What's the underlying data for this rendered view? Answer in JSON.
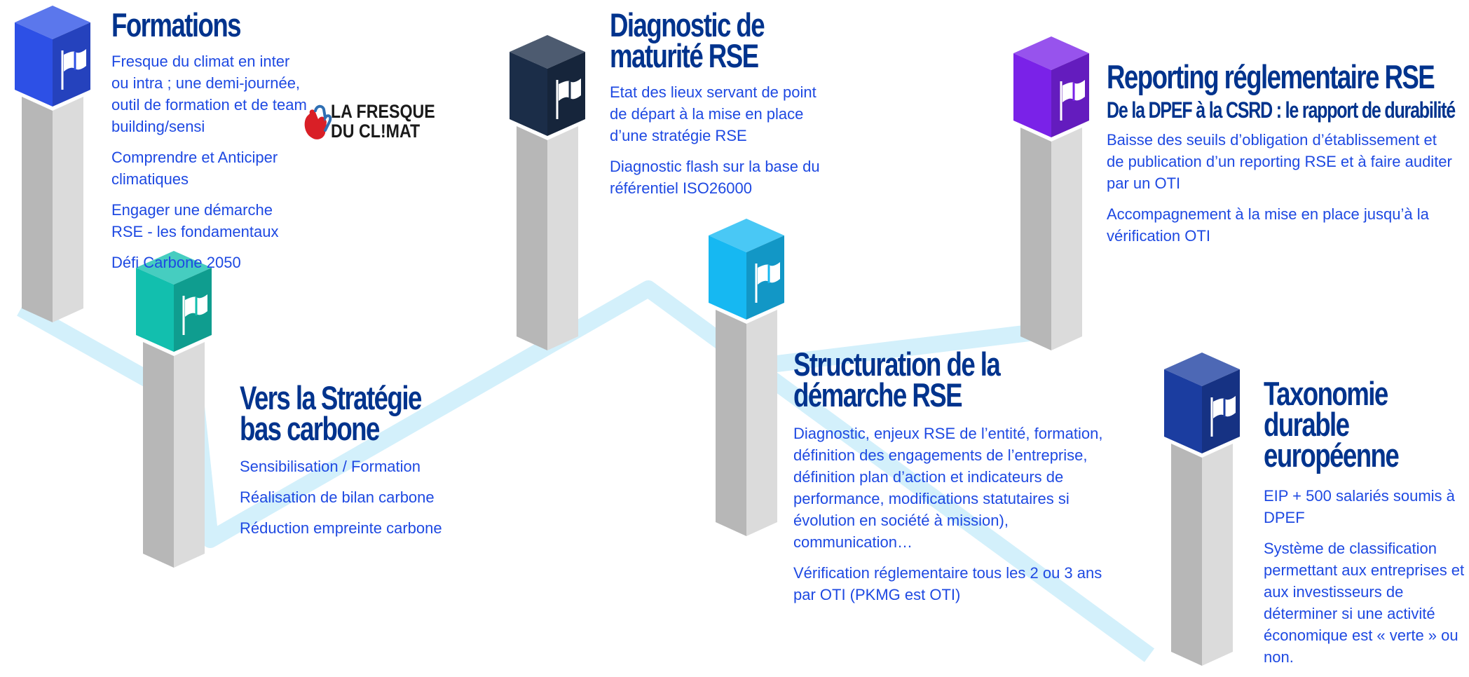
{
  "colors": {
    "title": "#00338d",
    "body_text": "#1e49e2",
    "path": "#d3f0fb",
    "cube_formations": "#2d50e6",
    "cube_strategie": "#12bfae",
    "cube_diagnostic": "#1b2d48",
    "cube_structuration": "#16b8f2",
    "cube_reporting": "#7a22e8",
    "cube_taxonomie": "#1b3da0",
    "pillar": "#c7c7c7"
  },
  "steps": {
    "formations": {
      "title": "Formations",
      "items": [
        "Fresque du climat en inter ou intra ; une demi-journée, outil de formation et de team building/sensi",
        "Comprendre et Anticiper climatiques",
        "Engager une démarche RSE - les fondamentaux",
        "Défi Carbone 2050"
      ]
    },
    "strategie": {
      "title_line1": "Vers la Stratégie",
      "title_line2": "bas carbone",
      "items": [
        "Sensibilisation / Formation",
        "Réalisation de bilan carbone",
        "Réduction empreinte carbone"
      ]
    },
    "diagnostic": {
      "title_line1": "Diagnostic de",
      "title_line2": "maturité RSE",
      "items": [
        "Etat des lieux servant de point de départ à la mise en place d’une stratégie RSE",
        "Diagnostic flash sur la base du référentiel ISO26000"
      ]
    },
    "structuration": {
      "title_line1": "Structuration de la",
      "title_line2": "démarche RSE",
      "items": [
        "Diagnostic, enjeux RSE de l’entité, formation, définition des engagements de l’entreprise, définition plan d’action et indicateurs de performance, modifications statutaires si évolution en société à mission), communication…",
        "Vérification réglementaire tous les 2 ou 3 ans par OTI (PKMG est OTI)"
      ]
    },
    "reporting": {
      "title": "Reporting réglementaire RSE",
      "subtitle": "De la DPEF à la CSRD : le rapport de durabilité",
      "items": [
        "Baisse des seuils d’obligation d’établissement et de publication d’un reporting RSE et à faire auditer par un OTI",
        "Accompagnement à la mise en place jusqu’à la vérification OTI"
      ]
    },
    "taxonomie": {
      "title_line1": "Taxonomie",
      "title_line2": "durable",
      "title_line3": "européenne",
      "items": [
        "EIP + 500 salariés soumis à DPEF",
        "Système de classification permettant aux entreprises et aux investisseurs de déterminer si une activité économique est « verte » ou non."
      ]
    }
  },
  "logo": {
    "line1": "LA FRESQUE",
    "line2": "DU CL!MAT",
    "icon": "hands-icon"
  },
  "icons": {
    "flag": "flag-icon"
  }
}
